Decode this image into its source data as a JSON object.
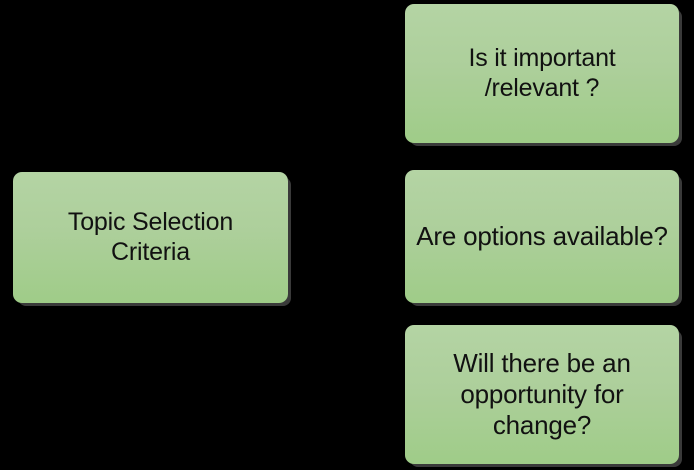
{
  "diagram": {
    "background_color": "#000000",
    "node_gradient_top": "#b4d4a4",
    "node_gradient_bottom": "#9fcc88",
    "node_shadow_color": "#3a3a3a",
    "text_color": "#111111",
    "root": {
      "id": "topic-selection-criteria",
      "label": "Topic Selection\nCriteria"
    },
    "criteria": [
      {
        "id": "important-relevant",
        "label": "Is it important\n/relevant ?"
      },
      {
        "id": "options-available",
        "label": "Are options available?"
      },
      {
        "id": "opportunity-for-change",
        "label": "Will there be an\nopportunity for\nchange?"
      }
    ]
  }
}
